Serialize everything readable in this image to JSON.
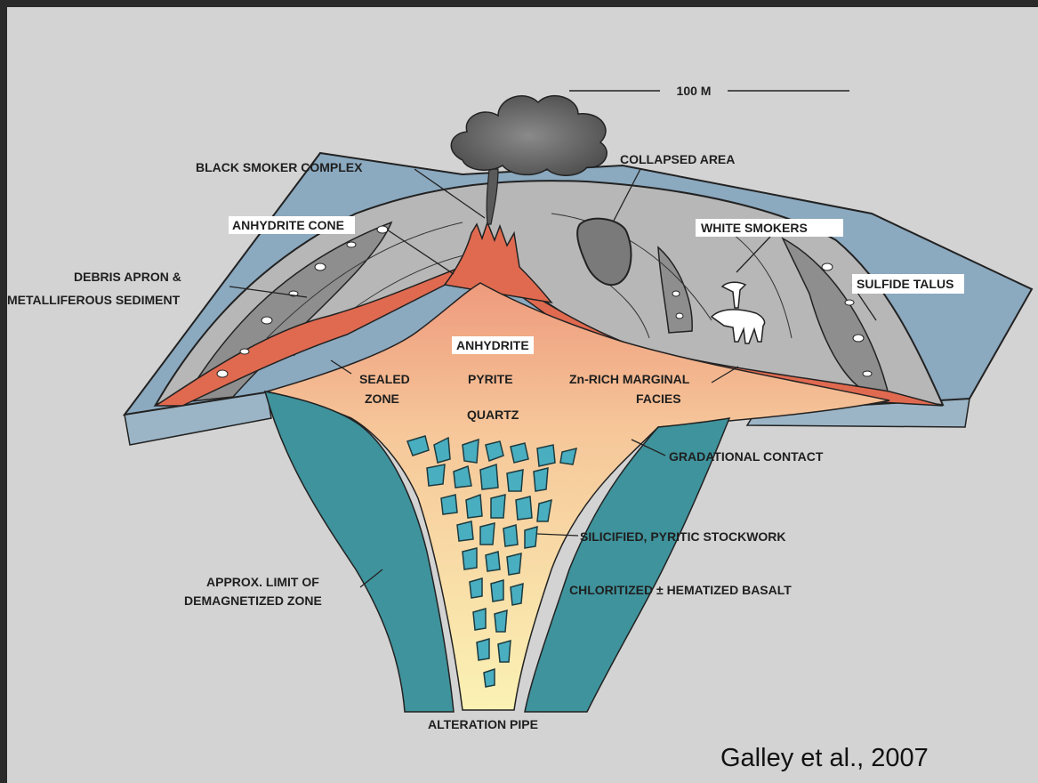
{
  "labels": {
    "scale": "100 M",
    "black_smoker": "BLACK SMOKER COMPLEX",
    "collapsed_area": "COLLAPSED AREA",
    "anhydrite_cone": "ANHYDRITE CONE",
    "white_smokers": "WHITE SMOKERS",
    "debris_line1": "DEBRIS APRON &",
    "debris_line2": "METALLIFEROUS SEDIMENT",
    "sulfide_talus": "SULFIDE TALUS",
    "anhydrite": "ANHYDRITE",
    "sealed_line1": "SEALED",
    "sealed_line2": "ZONE",
    "pyrite": "PYRITE",
    "quartz": "QUARTZ",
    "zn_line1": "Zn-RICH MARGINAL",
    "zn_line2": "FACIES",
    "gradational": "GRADATIONAL CONTACT",
    "stockwork": "SILICIFIED, PYRITIC STOCKWORK",
    "approx_line1": "APPROX. LIMIT OF",
    "approx_line2": "DEMAGNETIZED ZONE",
    "chloritized": "CHLORITIZED ± HEMATIZED BASALT",
    "alteration_pipe": "ALTERATION PIPE"
  },
  "citation": "Galley et al., 2007",
  "colors": {
    "frame": "#2a2a2b",
    "background": "#d3d3d3",
    "seafloor": "#8ba9bf",
    "mound": "#b7b7b7",
    "anhydrite_red": "#e06a50",
    "core_gradient_top": "#ee9e7e",
    "core_gradient_bottom": "#fbf4b8",
    "pipe_teal": "#3f939c",
    "clast_teal": "#49aec0",
    "smoke": "#6b6b6b"
  }
}
